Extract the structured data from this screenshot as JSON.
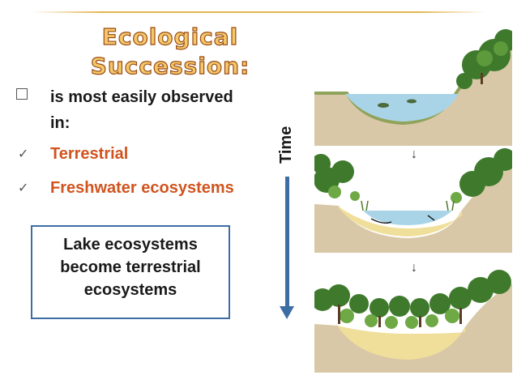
{
  "slide": {
    "title_line1": "Ecological",
    "title_line2": "Succession:",
    "bullet_intro_line1": "is most easily observed",
    "bullet_intro_line2": "in:",
    "bullet_terrestrial": "Terrestrial",
    "bullet_freshwater": "Freshwater ecosystems",
    "box_line1": "Lake ecosystems",
    "box_line2": "become terrestrial",
    "box_line3": "ecosystems",
    "time_label": "Time",
    "check_glyph": "✓",
    "down_glyph": "↓"
  },
  "colors": {
    "title_fill": "#f4c86a",
    "title_outline": "#9a4b12",
    "accent_orange": "#d0541f",
    "arrow_blue": "#3d6ea3",
    "water": "#a9d4e8",
    "sediment": "#f0df9a",
    "soil": "#d9c8a8"
  },
  "illustration": {
    "stages": [
      "lake",
      "filling-pond",
      "marsh-land"
    ]
  }
}
